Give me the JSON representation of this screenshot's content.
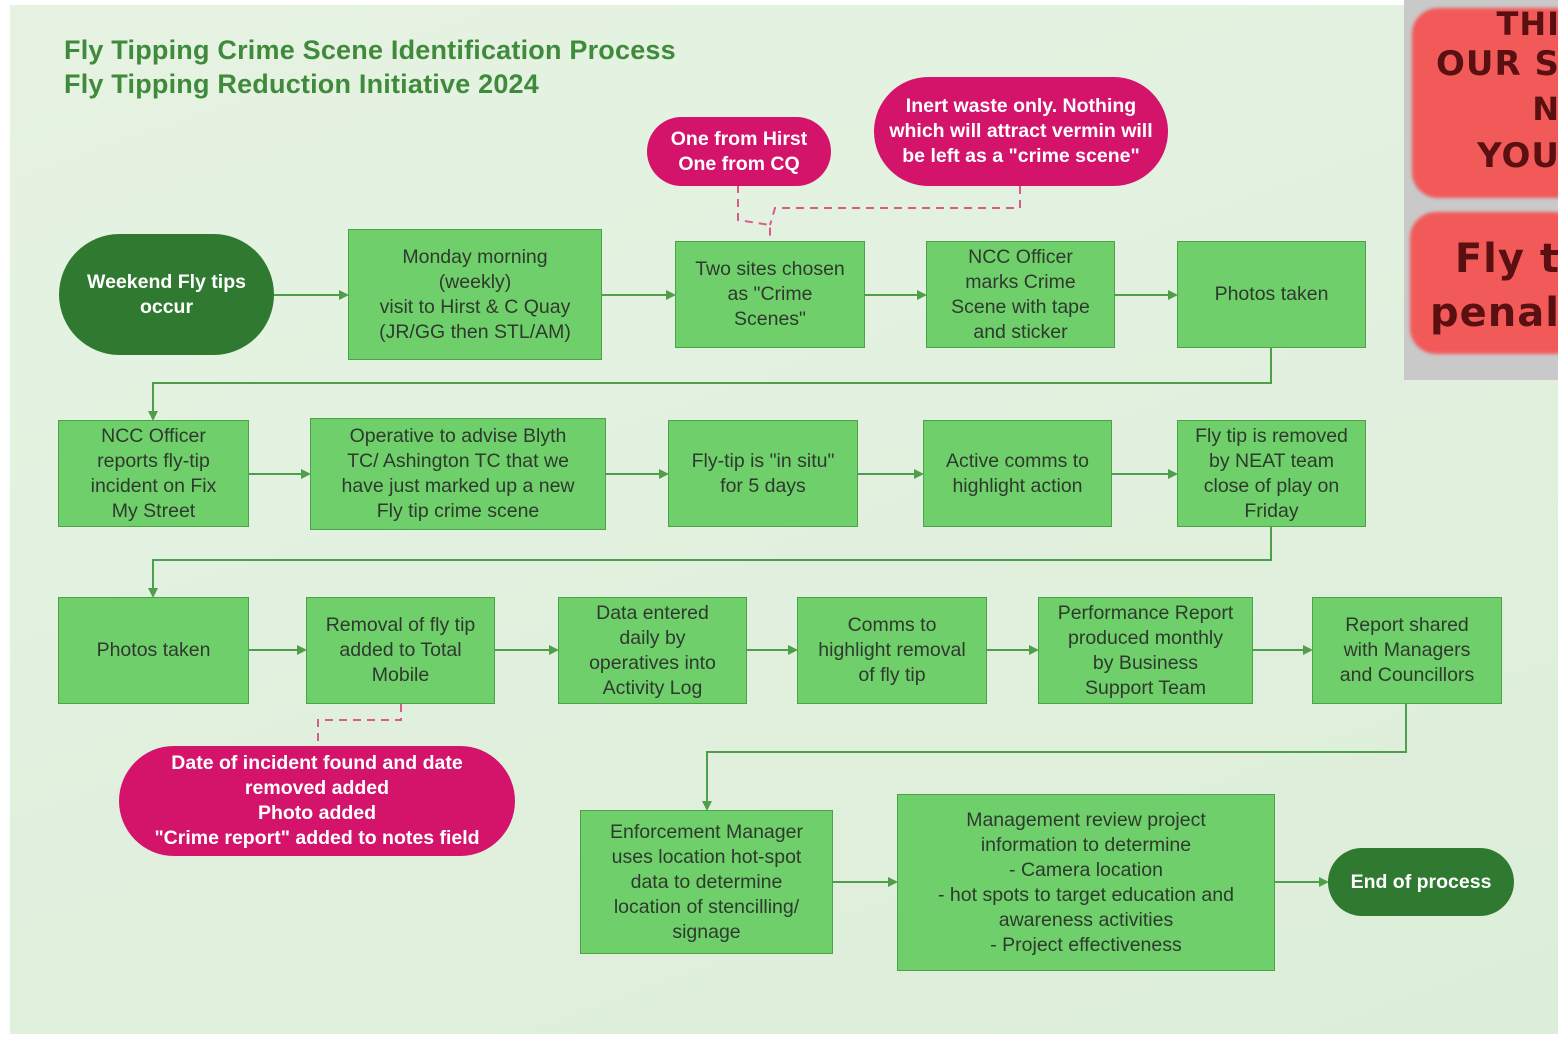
{
  "title": {
    "line1": "Fly Tipping Crime Scene Identification Process",
    "line2": "Fly Tipping Reduction Initiative 2024"
  },
  "terminals": {
    "start": "Weekend Fly tips\noccur",
    "end": "End of process"
  },
  "steps": {
    "monday_visit": "Monday morning\n(weekly)\nvisit to Hirst & C Quay\n(JR/GG then STL/AM)",
    "two_sites": "Two sites chosen\nas \"Crime\nScenes\"",
    "ncc_marks": "NCC Officer\nmarks Crime\nScene with tape\nand sticker",
    "photos_1": "Photos taken",
    "ncc_reports": "NCC Officer\nreports fly-tip\nincident on Fix\nMy Street",
    "operative_advise": "Operative to advise Blyth\nTC/ Ashington TC that we\nhave just marked up a new\nFly tip crime scene",
    "in_situ": "Fly-tip is \"in situ\"\nfor 5 days",
    "active_comms": "Active comms to\nhighlight action",
    "removed_neat": "Fly tip is removed\nby NEAT team\nclose of play on\nFriday",
    "photos_2": "Photos taken",
    "removal_total_mobile": "Removal of fly tip\nadded to Total\nMobile",
    "data_entered": "Data entered\ndaily by\noperatives into\nActivity Log",
    "comms_removal": "Comms to\nhighlight removal\nof fly tip",
    "performance_report": "Performance Report\nproduced monthly\nby Business\nSupport Team",
    "report_shared": "Report shared\nwith Managers\nand Councillors",
    "enforcement_manager": "Enforcement Manager\nuses location hot-spot\ndata to determine\nlocation of stencilling/\nsignage",
    "management_review": "Management review project\ninformation to determine\n- Camera location\n- hot spots to target education and\nawareness activities\n- Project effectiveness"
  },
  "notes": {
    "sites": "One from Hirst\nOne from CQ",
    "inert_waste": "Inert waste only.  Nothing\nwhich will attract vermin will\nbe left as a \"crime scene\"",
    "date_details": "Date of incident found and date\nremoved added\nPhoto added\n\"Crime report\" added to notes field"
  },
  "poster": {
    "line1": "THI",
    "line2": "OUR S",
    "line3": "N",
    "line4": "YOU",
    "line5": "Fly t",
    "line6": "penal"
  },
  "colors": {
    "box_fill": "#6fcf6a",
    "box_border": "#4aa346",
    "terminal_fill": "#2f7a30",
    "note_fill": "#d4136b",
    "title_text": "#3f8a3b",
    "connector": "#4f9e4b",
    "dashed_connector": "#d95b8c"
  }
}
